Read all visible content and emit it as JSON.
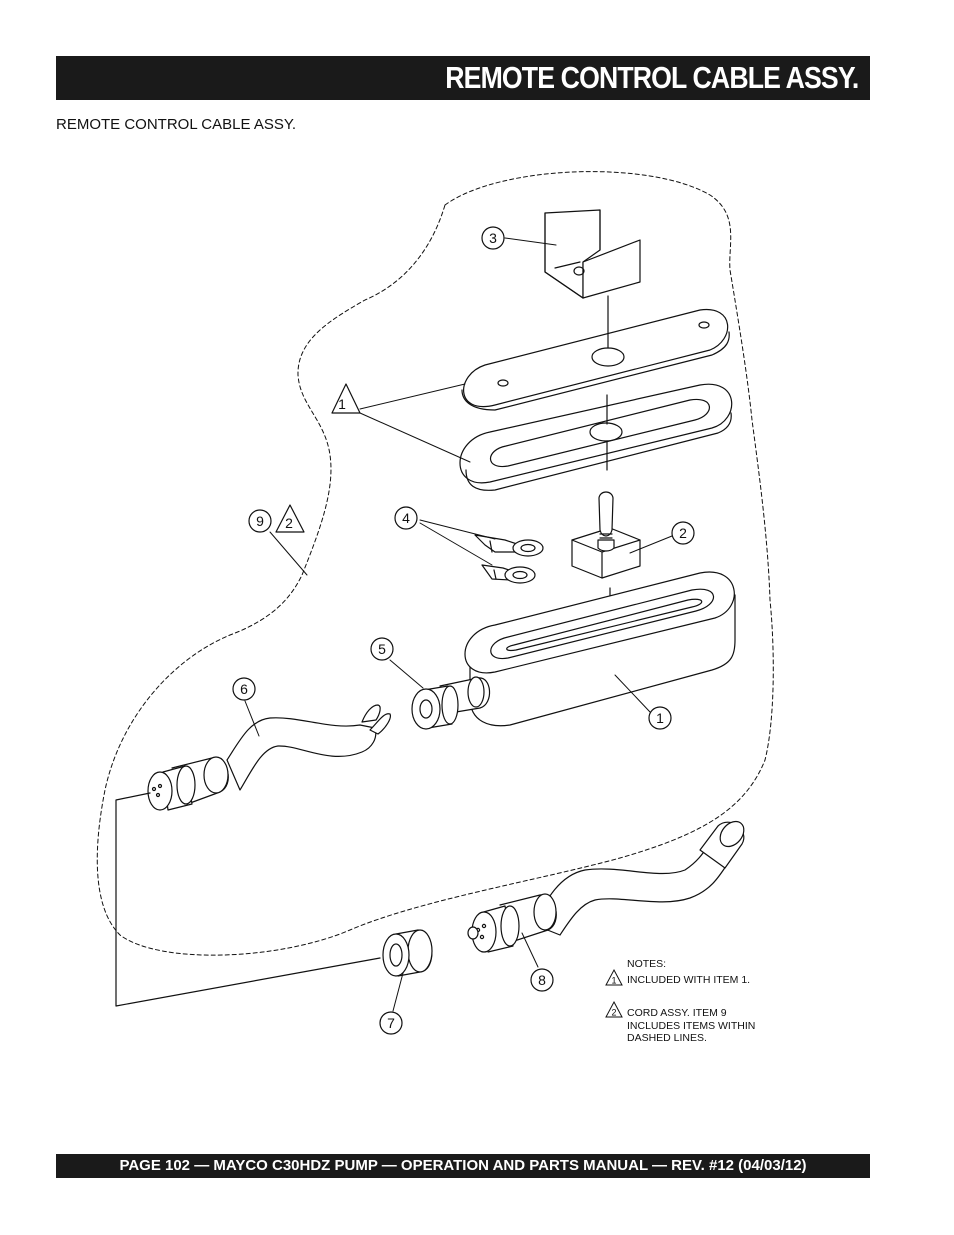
{
  "header": {
    "title": "REMOTE CONTROL CABLE ASSY."
  },
  "subtitle": "REMOTE CONTROL CABLE ASSY.",
  "callouts": {
    "c3": "3",
    "c1a": "1",
    "c9": "9",
    "c2a": "2",
    "c4": "4",
    "c2b": "2",
    "c5": "5",
    "c6": "6",
    "c1b": "1",
    "c8": "8",
    "c7": "7"
  },
  "notes": {
    "title": "NOTES:",
    "items": [
      {
        "marker": "1",
        "lines": [
          "INCLUDED WITH ITEM 1."
        ]
      },
      {
        "marker": "2",
        "lines": [
          "CORD ASSY. ITEM 9",
          "INCLUDES ITEMS WITHIN",
          "DASHED LINES."
        ]
      }
    ]
  },
  "footer": {
    "text": "PAGE 102 — MAYCO C30HDZ PUMP — OPERATION AND PARTS MANUAL — REV. #12 (04/03/12)"
  }
}
